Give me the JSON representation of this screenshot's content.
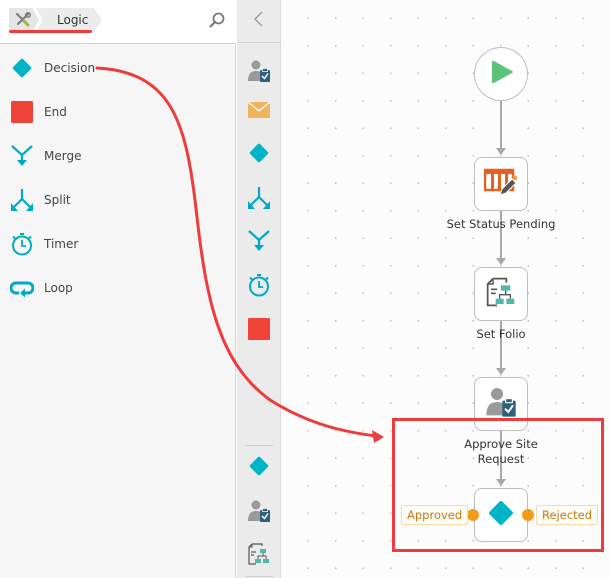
{
  "left_panel": {
    "breadcrumb": {
      "tools_icon": "wrench-screwdriver-icon",
      "current": "Logic"
    },
    "search_icon": "search-icon",
    "items": [
      {
        "label": "Decision",
        "icon": "diamond-icon",
        "color": "#00b4c8"
      },
      {
        "label": "End",
        "icon": "stop-square-icon",
        "color": "#f04438"
      },
      {
        "label": "Merge",
        "icon": "merge-icon",
        "color": "#00aac6"
      },
      {
        "label": "Split",
        "icon": "split-icon",
        "color": "#00aac6"
      },
      {
        "label": "Timer",
        "icon": "stopwatch-icon",
        "color": "#00aac6"
      },
      {
        "label": "Loop",
        "icon": "loop-icon",
        "color": "#00aac6"
      }
    ]
  },
  "toolbar": {
    "collapse_icon": "chevron-left-icon",
    "recent_items": [
      "user-task-icon",
      "email-icon",
      "diamond-icon",
      "split-icon",
      "merge-icon",
      "stopwatch-icon",
      "stop-square-icon"
    ],
    "pinned_items": [
      "diamond-icon",
      "user-task-icon",
      "set-folio-icon"
    ]
  },
  "canvas": {
    "start_node": {
      "icon": "play-icon",
      "color": "#5bc47a"
    },
    "nodes": [
      {
        "label": "Set Status Pending",
        "icon": "set-status-icon",
        "color": "#e8601c"
      },
      {
        "label": "Set Folio",
        "icon": "set-folio-icon",
        "color": "#4fb9a8"
      },
      {
        "label": "Approve Site Request",
        "label_lines": [
          "Approve Site",
          "Request"
        ],
        "icon": "user-task-icon",
        "color": "#2f5f7c"
      },
      {
        "label": "",
        "icon": "diamond-icon",
        "color": "#00b4c8"
      }
    ],
    "outcomes": [
      {
        "label": "Approved",
        "side": "left",
        "color": "#f39a1a"
      },
      {
        "label": "Rejected",
        "side": "right",
        "color": "#f39a1a"
      }
    ]
  },
  "annotation": {
    "arrow_color": "#ee3b3b",
    "highlight_color": "#ee3b3b"
  }
}
